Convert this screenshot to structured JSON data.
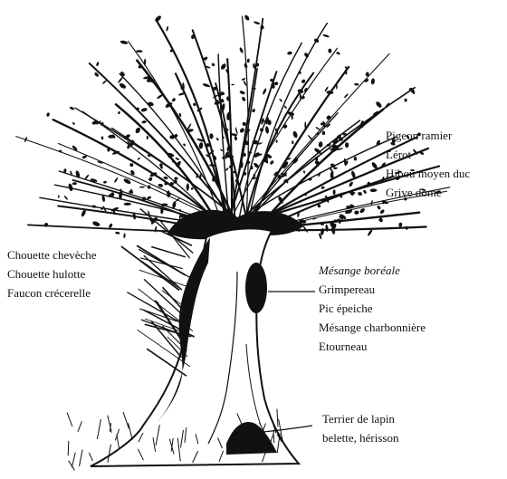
{
  "labels": {
    "crown": [
      "Pigeon ramier",
      "Lérot",
      "Hibou moyen duc",
      "Grive dome"
    ],
    "left": [
      "Chouette chevèche",
      "Chouette hulotte",
      "Faucon crécerelle"
    ],
    "trunk_italic": "Mésange boréale",
    "trunk": [
      "Grimpereau",
      "Pic épeiche",
      "Mésange charbonnière",
      "Etourneau"
    ],
    "base": [
      "Terrier de lapin",
      "belette, hérisson"
    ]
  },
  "colors": {
    "ink": "#111111",
    "paper": "#ffffff"
  }
}
